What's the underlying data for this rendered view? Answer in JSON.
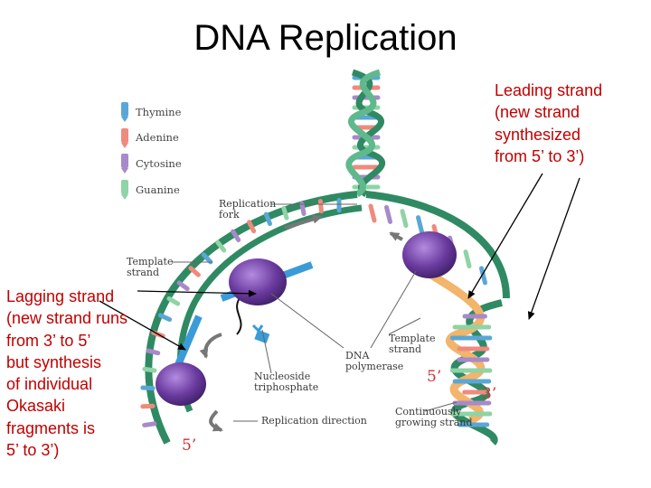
{
  "title": "DNA Replication",
  "legend": [
    {
      "label": "Thymine",
      "color": "#5aa7d6"
    },
    {
      "label": "Adenine",
      "color": "#ef8a7d"
    },
    {
      "label": "Cytosine",
      "color": "#a889c9"
    },
    {
      "label": "Guanine",
      "color": "#8fd3a6"
    }
  ],
  "diagram_labels": {
    "replication_fork": [
      "Replication",
      "fork"
    ],
    "template_strand_left": [
      "Template",
      "strand"
    ],
    "template_strand_right": [
      "Template",
      "strand"
    ],
    "dna_polymerase": [
      "DNA",
      "polymerase"
    ],
    "nucleoside": [
      "Nucleoside",
      "triphosphate"
    ],
    "replication_direction": "Replication direction",
    "continuously_growing": [
      "Continuously",
      "growing strand"
    ],
    "prime_5_right": "5’",
    "prime_3_right": "3’",
    "prime_5_bottom": "5’"
  },
  "annotations": {
    "leading": [
      "Leading strand",
      "(new strand",
      "synthesized",
      "from 5’ to 3’)"
    ],
    "lagging": [
      "Lagging strand",
      "(new strand runs",
      "from 3’ to 5’",
      "but synthesis",
      "of individual",
      "Okasaki",
      "fragments is",
      "5’ to 3’)"
    ]
  },
  "colors": {
    "annotation_text": "#c00000",
    "backbone": "#2f8a63",
    "new_strand": "#f2b56b",
    "new_lagging": "#3a9bd8",
    "polymerase": "#6a3a9e",
    "prime_label": "#d0322f"
  }
}
